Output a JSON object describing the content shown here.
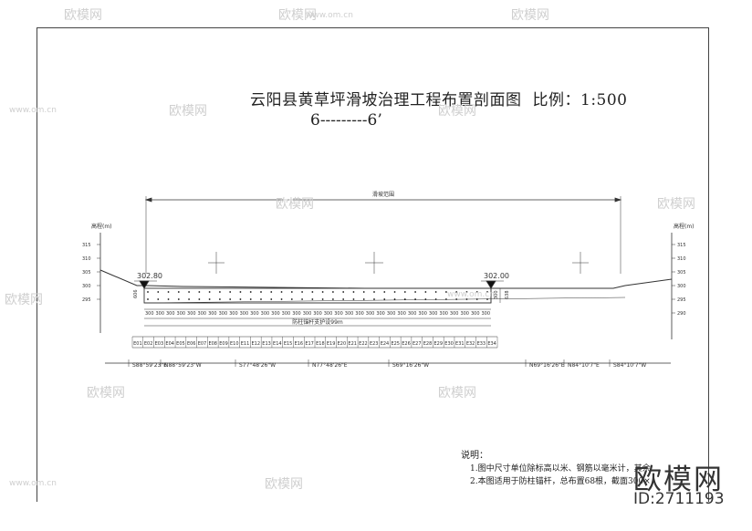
{
  "drawing": {
    "title": "云阳县黄草坪滑坡治理工程布置剖面图",
    "scale": "比例：1:500",
    "section": "6---------6’",
    "range_label": "滑坡范围",
    "elevation_label": "高程(m)",
    "left_ticks": [
      "315",
      "310",
      "305",
      "300",
      "295"
    ],
    "right_ticks": [
      "315",
      "310",
      "305",
      "300",
      "295",
      "290"
    ],
    "left_point_elev": "302.80",
    "right_point_elev": "302.00",
    "left_dim": "606",
    "right_dims": [
      "300",
      "638"
    ],
    "anchor_spacing": "300",
    "anchor_label": "防柱锚杆支护设99m",
    "pile_labels": [
      "E01",
      "E02",
      "E03",
      "E04",
      "E05",
      "E06",
      "E07",
      "E08",
      "E09",
      "E10",
      "E11",
      "E12",
      "E13",
      "E14",
      "E15",
      "E16",
      "E17",
      "E18",
      "E19",
      "E20",
      "E21",
      "E22",
      "E23",
      "E24",
      "E25",
      "E26",
      "E27",
      "E28",
      "E29",
      "E30",
      "E31",
      "E32",
      "E33",
      "E34"
    ],
    "bearings": [
      "S88°59'23\"E",
      "N88°59'23\"W",
      "S77°48'26\"W",
      "N77°48'26\"E",
      "S69°16'26\"W",
      "N69°16'26\"E",
      "N84°10'7\"E",
      "S84°10'7\"W"
    ]
  },
  "notes": {
    "heading": "说明：",
    "items": [
      "1.图中尺寸单位除标高以米、钢筋以毫米计，其余",
      "2.本图适用于防柱锚杆，总布置68根，截面300×"
    ]
  },
  "watermark": {
    "brand": "欧模网",
    "url": "www.om.cn",
    "id": "ID:2711193"
  }
}
